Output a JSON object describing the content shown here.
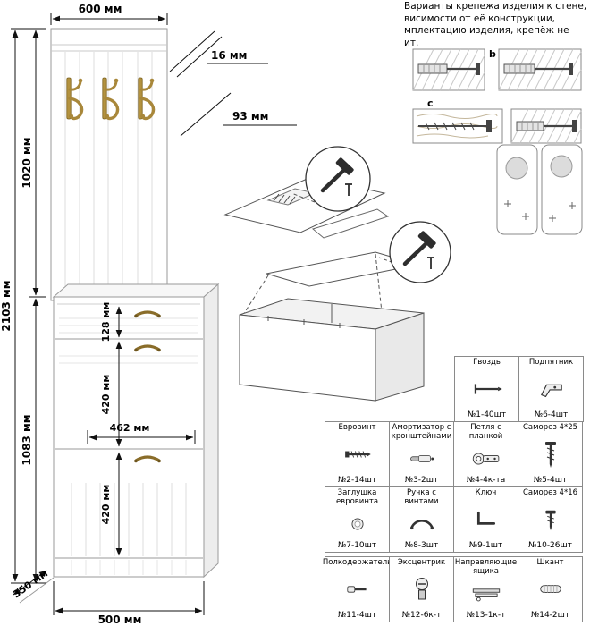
{
  "note": {
    "lines": [
      "Варианты крепежа изделия к стене,",
      "висимости от её конструкции,",
      "мплектацию изделия, крепёж  не",
      "ит."
    ]
  },
  "dimensions": {
    "panel_width": "600 мм",
    "panel_thickness": "16 мм",
    "hook_offset": "93 мм",
    "upper_height": "1020 мм",
    "total_height": "2103 мм",
    "lower_height": "1083 мм",
    "drawer_height": "128 мм",
    "flap1_height": "420 мм",
    "inner_width": "462 мм",
    "flap2_height": "420 мм",
    "depth": "350 мм",
    "cabinet_width": "500 мм"
  },
  "wall_options": {
    "b": "b",
    "c": "c"
  },
  "parts_table": {
    "row1": [
      {
        "name": "Гвоздь",
        "count": "№1-40шт",
        "icon": "nail-icon"
      },
      {
        "name": "Подпятник",
        "count": "№6-4шт",
        "icon": "floor-glide-icon"
      }
    ],
    "row2": [
      {
        "name": "Евровинт",
        "count": "№2-14шт",
        "icon": "confirmat-screw-icon"
      },
      {
        "name": "Амортизатор с кронштейнами",
        "count": "№3-2шт",
        "icon": "damper-icon"
      },
      {
        "name": "Петля с планкой",
        "count": "№4-4к-та",
        "icon": "hinge-icon"
      },
      {
        "name": "Саморез 4*25",
        "count": "№5-4шт",
        "icon": "screw-4x25-icon"
      }
    ],
    "row3": [
      {
        "name": "Заглушка евровинта",
        "count": "№7-10шт",
        "icon": "cap-icon"
      },
      {
        "name": "Ручка с винтами",
        "count": "№8-3шт",
        "icon": "handle-icon"
      },
      {
        "name": "Ключ",
        "count": "№9-1шт",
        "icon": "hex-key-icon"
      },
      {
        "name": "Саморез 4*16",
        "count": "№10-26шт",
        "icon": "screw-4x16-icon"
      }
    ],
    "row4": [
      {
        "name": "Полкодержатель",
        "count": "№11-4шт",
        "icon": "shelf-pin-icon"
      },
      {
        "name": "Эксцентрик",
        "count": "№12-6к-т",
        "icon": "cam-lock-icon"
      },
      {
        "name": "Направляющие ящика",
        "count": "№13-1к-т",
        "icon": "drawer-slide-icon"
      },
      {
        "name": "Шкант",
        "count": "№14-2шт",
        "icon": "dowel-icon"
      }
    ]
  }
}
